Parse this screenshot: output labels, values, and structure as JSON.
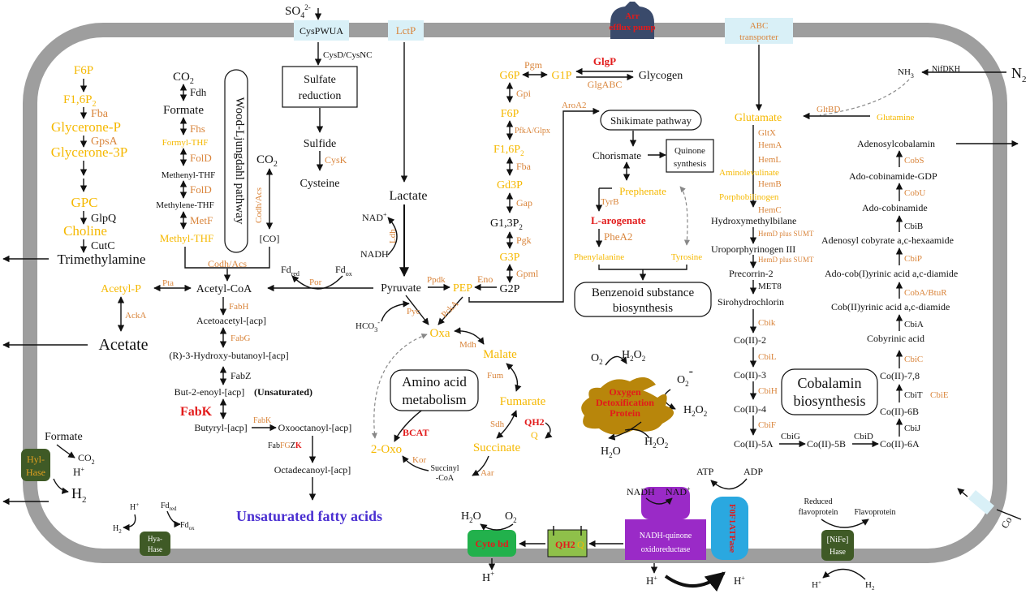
{
  "colors": {
    "membrane": "#9e9e9e",
    "yellow": "#f5b800",
    "orange": "#d9843a",
    "red": "#e21b1b",
    "blue": "#4a2fd1",
    "transporter": "#d9f0f7"
  },
  "transporters": {
    "cys": "CysPWUA",
    "lct": "LctP",
    "arr_1": "Arr",
    "arr_2": "efflux pump",
    "abc_1": "ABC",
    "abc_2": "transporter",
    "so4": "SO",
    "so4_sub": "4",
    "so4_sup": "2-",
    "co": "Co"
  },
  "glycolysis": {
    "f6p_top": "F6P",
    "f16p": "F1,6P",
    "f16p_sub": "2",
    "fba": "Fba",
    "glycp": "Glycerone-P",
    "gpsa": "GpsA",
    "glyc3p": "Glycerone-3P",
    "gpc": "GPC",
    "glpq": "GlpQ",
    "choline": "Choline",
    "cutc": "CutC",
    "tma": "Trimethylamine"
  },
  "wl": {
    "title": "Wood-Ljungdahl pathway",
    "co2": "CO",
    "co2_sub": "2",
    "fdh": "Fdh",
    "formate": "Formate",
    "fhs": "Fhs",
    "formyl": "Formyl-THF",
    "fold1": "FolD",
    "methenyl": "Methenyl-THF",
    "fold2": "FolD",
    "methylene": "Methylene-THF",
    "metf": "MetF",
    "methyl": "Methyl-THF",
    "codh": "Codh/Acs",
    "co2b": "CO",
    "co2b_sub": "2",
    "co": "[CO]",
    "codh_v": "Codh/Acs"
  },
  "sulfate": {
    "cysd": "CysD/CysNC",
    "reduction_1": "Sulfate",
    "reduction_2": "reduction",
    "sulfide": "Sulfide",
    "cysk": "CysK",
    "cysteine": "Cysteine"
  },
  "central": {
    "lactate": "Lactate",
    "nad": "NAD",
    "nad_sup": "+",
    "nadh": "NADH",
    "ldh": "Ldh",
    "pyruvate": "Pyruvate",
    "fdred": "Fd",
    "fdred_sub": "red",
    "fdox": "Fd",
    "fdox_sub": "ox",
    "por": "Por",
    "acetylcoa": "Acetyl-CoA",
    "acetylp": "Acetyl-P",
    "pta": "Pta",
    "acka": "AckA",
    "acetate": "Acetate",
    "ppdk": "Ppdk",
    "pep": "PEP",
    "pcka": "PckA",
    "pyc": "Pyc",
    "hco3": "HCO",
    "hco3_sub": "3",
    "hco3_sup": "-"
  },
  "upper": {
    "g6p": "G6P",
    "pgm": "Pgm",
    "g1p": "G1P",
    "glgp": "GlgP",
    "glgabc": "GlgABC",
    "glycogen": "Glycogen",
    "gpi": "Gpi",
    "f6p": "F6P",
    "pfka": "PfkA/Glpx",
    "f16p": "F1,6P",
    "f16p_sub": "2",
    "fba": "Fba",
    "gd3p": "Gd3P",
    "gap": "Gap",
    "g13p": "G1,3P",
    "g13p_sub": "2",
    "pgk": "Pgk",
    "g3p": "G3P",
    "gpml": "Gpml",
    "g2p": "G2P",
    "eno": "Eno"
  },
  "shikimate": {
    "aroa2": "AroA2",
    "pathway": "Shikimate pathway",
    "chorismate": "Chorismate",
    "quinone_1": "Quinone",
    "quinone_2": "synthesis",
    "prephenate": "Prephenate",
    "tyrb": "TyrB",
    "larog": "L-arogenate",
    "phea2": "PheA2",
    "phe": "Phenylalanine",
    "tyr": "Tyrosine",
    "benz_1": "Benzenoid substance",
    "benz_2": "biosynthesis"
  },
  "fatty": {
    "fabh": "FabH",
    "acetoacetyl": "Acetoacetyl-[acp]",
    "fabg": "FabG",
    "hydroxy": "(R)-3-Hydroxy-butanoyl-[acp]",
    "fabz": "FabZ",
    "butenoyl": "But-2-enoyl-[acp]",
    "unsat": "(Unsaturated)",
    "fabk": "FabK",
    "butyryl": "Butyryl-[acp]",
    "fabk2": "FabK",
    "oxooct": "Oxooctanoyl-[acp]",
    "fabfgzk_a": "Fab",
    "fabfgzk_b": "FG",
    "fabfgzk_c": "Z",
    "fabfgzk_d": "K",
    "octadec": "Octadecanoyl-[acp]",
    "ufa": "Unsaturated fatty acids"
  },
  "tca": {
    "oxa": "Oxa",
    "mdh": "Mdh",
    "malate": "Malate",
    "fum": "Fum",
    "fumarate": "Fumarate",
    "sdh": "Sdh",
    "qh2": "QH2",
    "q": "Q",
    "succinate": "Succinate",
    "aar": "Aar",
    "succoa_1": "Succinyl",
    "succoa_2": "-CoA",
    "kor": "Kor",
    "twooxo": "2-Oxo",
    "bcat": "BCAT",
    "aa_1": "Amino acid",
    "aa_2": "metabolism"
  },
  "oxygen": {
    "o2": "O",
    "o2_sub": "2",
    "h2o2a": "H",
    "h2o2a_sub": "2",
    "h2o2a_b": "O",
    "h2o2a_sub2": "2",
    "o2m": "O",
    "o2m_sub": "2",
    "o2m_sup": "-",
    "h2o2b": "H",
    "h2o2b_sub": "2",
    "h2o2b_b": "O",
    "h2o2b_sub2": "2",
    "h2o": "H",
    "h2o_sub": "2",
    "h2o_b": "O",
    "h2o2c": "H",
    "h2o2c_sub": "2",
    "h2o2c_b": "O",
    "h2o2c_sub2": "2",
    "protein_1": "Oxygen",
    "protein_2": "Detoxification",
    "protein_3": "Protein"
  },
  "cobalamin": {
    "nifdkh": "NifDKH",
    "nh3": "NH",
    "nh3_sub": "3",
    "n2": "N",
    "n2_sub": "2",
    "gltbd": "GltBD",
    "glutamine": "Glutamine",
    "glutamate": "Glutamate",
    "gltx": "GltX",
    "hema": "HemA",
    "heml": "HemL",
    "ala": "Aminolevulinate",
    "hemb": "HemB",
    "porph": "Porphobilinogen",
    "hemc": "HemC",
    "hmb": "Hydroxymethylbilane",
    "hemd1": "HemD plus SUMT",
    "uro": "Uroporphyrinogen III",
    "hemd2": "HemD plus SUMT",
    "prec": "Precorrin-2",
    "met8": "MET8",
    "siro": "Sirohydrochlorin",
    "cbik": "Cbik",
    "co2": "Co(II)-2",
    "cbil": "CbiL",
    "co3": "Co(II)-3",
    "cbih": "CbiH",
    "co4": "Co(II)-4",
    "cbif": "CbiF",
    "co5a": "Co(II)-5A",
    "cbig": "CbiG",
    "co5b": "Co(II)-5B",
    "cbid": "CbiD",
    "co6a": "Co(II)-6A",
    "cbij": "CbiJ",
    "co6b": "Co(II)-6B",
    "cbit": "CbiT",
    "cbie": "CbiE",
    "co78": "Co(II)-7,8",
    "cbic": "CbiC",
    "cobyrinic": "Cobyrinic acid",
    "cbia": "CbiA",
    "cob2": "Cob(II)yrinic acid a,c-diamide",
    "coba": "CobA/BtuR",
    "adocob1": "Ado-cob(I)yrinic acid a,c-diamide",
    "cbip": "CbiP",
    "adohex": "Adenosyl cobyrate a,c-hexaamide",
    "cbib": "CbiB",
    "adocobinamide": "Ado-cobinamide",
    "cobu": "CobU",
    "adogdp": "Ado-cobinamide-GDP",
    "cobs": "CobS",
    "adocobalamin": "Adenosylcobalamin",
    "title_1": "Cobalamin",
    "title_2": "biosynthesis"
  },
  "membrane": {
    "formate": "Formate",
    "co2": "CO",
    "co2_sub": "2",
    "hplus": "H",
    "hplus_sup": "+",
    "hyl_1": "Hyl-",
    "hyl_2": "Hase",
    "h2": "H",
    "h2_sub": "2",
    "hyahase_1": "Hya-",
    "hyahase_2": "Hase",
    "hya_h": "H",
    "hya_h_sup": "+",
    "hya_h2": "H",
    "hya_h2_sub": "2",
    "hya_fdred": "Fd",
    "hya_fdred_sub": "red",
    "hya_fdox": "Fd",
    "hya_fdox_sub": "ox",
    "cyto_h2o": "H",
    "cyto_h2o_sub": "2",
    "cyto_h2o_b": "O",
    "cyto_o2": "O",
    "cyto_o2_sub": "2",
    "cytobd": "Cyto bd",
    "cyto_hplus": "H",
    "cyto_hplus_sup": "+",
    "qh2": "QH2",
    "q": "Q",
    "nadh": "NADH",
    "nadp": "NAD",
    "nadp_sup": "+",
    "nqo_1": "NADH-quinone",
    "nqo_2": "oxidoreductase",
    "nqo_hplus": "H",
    "nqo_hplus_sup": "+",
    "atp": "ATP",
    "adp": "ADP",
    "atpase_1": "F0F1ATPase",
    "atp_hplus": "H",
    "atp_hplus_sup": "+",
    "nife_1": "[NiFe]",
    "nife_2": "Hase",
    "reduced_1": "Reduced",
    "reduced_2": "flavoprotein",
    "flavo": "Flavoprotein",
    "nife_h": "H",
    "nife_h_sup": "+",
    "nife_h2": "H",
    "nife_h2_sub": "2"
  }
}
